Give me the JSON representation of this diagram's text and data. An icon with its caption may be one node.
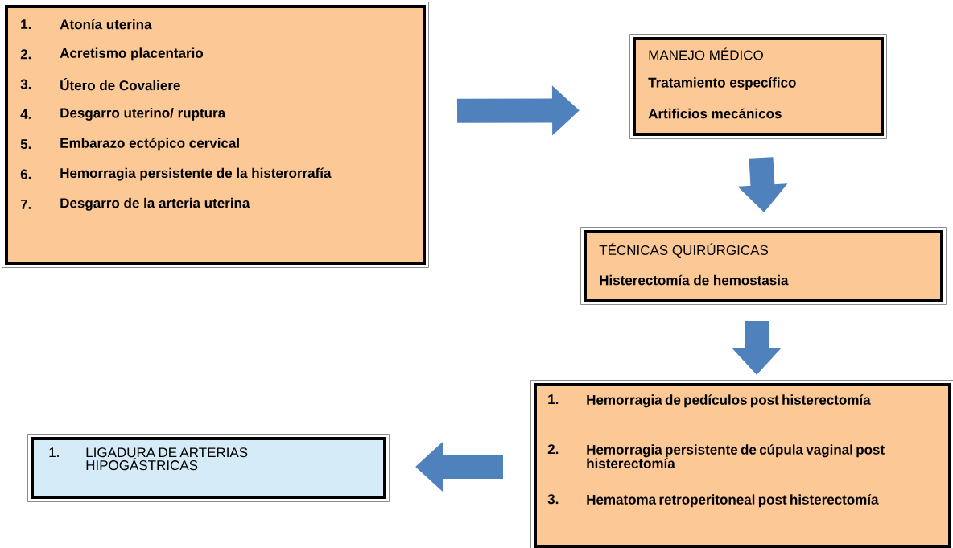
{
  "diagram": {
    "nodes": [
      {
        "text": [
          "1.",
          "Atonía uterina",
          "2.",
          "Acretismo placentario",
          "3.",
          "Útero de Covaliere",
          "4.",
          "Desgarro uterino/ ruptura",
          "5.",
          "Embarazo ectópico cervical",
          "6.",
          "Hemorragia persistente de la histerorrafía",
          "7.",
          "Desgarro de la arteria uterina"
        ]
      },
      {
        "text": [
          "MANEJO MÉDICO",
          "Tratamiento específico",
          "Artificios mecánicos"
        ]
      },
      {
        "text": [
          "TÉCNICAS QUIRÚRGICAS",
          "Histerectomía de hemostasia"
        ]
      },
      {
        "text": [
          "1.",
          "Hemorragia de pedículos post histerectomía",
          "2.",
          "Hemorragia persistente de cúpula vaginal post histerectomía",
          "3.",
          "Hematoma retroperitoneal post histerectomía"
        ]
      },
      {
        "text": [
          "1.",
          "LIGADURA DE ARTERIAS HIPOGÁSTRICAS"
        ]
      }
    ],
    "edges": [
      {
        "from": 0,
        "to": 1,
        "arrow": "to"
      },
      {
        "from": 1,
        "to": 2,
        "arrow": "to"
      },
      {
        "from": 2,
        "to": 3,
        "arrow": "to"
      },
      {
        "from": 3,
        "to": 4,
        "arrow": "to"
      }
    ]
  }
}
